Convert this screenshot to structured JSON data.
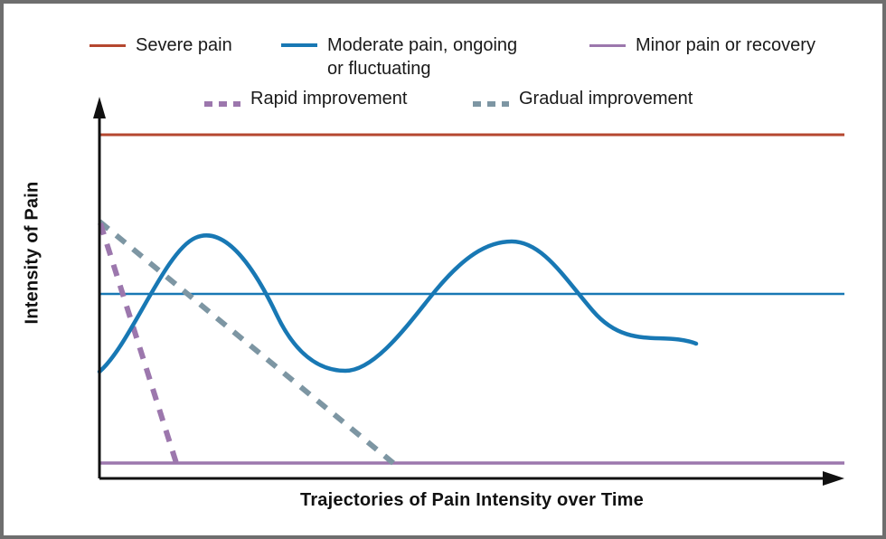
{
  "chart_data": {
    "type": "line",
    "title": "",
    "xlabel": "Trajectories of Pain Intensity over Time",
    "ylabel": "Intensity of Pain",
    "grid": false,
    "legend_position": "top",
    "xlim": [
      0,
      100
    ],
    "ylim": [
      0,
      100
    ],
    "axis_ticks": "none",
    "note": "Schematic conceptual figure: axes are unlabeled/unscaled; values below are normalized 0-100 where x=0 is the y-axis and y=0 is the x-axis baseline.",
    "series": [
      {
        "name": "Severe pain",
        "style": "solid",
        "color": "#b5472f",
        "width": 3,
        "shape": "horizontal constant line near top of plot",
        "x": [
          0,
          100
        ],
        "values": [
          91,
          91
        ]
      },
      {
        "name": "Moderate pain, ongoing or fluctuating",
        "style": "solid",
        "color": "#1878b4",
        "width": 4,
        "shape": "oscillating wave crossing a constant mid-level line",
        "x": [
          0,
          8,
          26,
          45,
          66,
          85,
          100,
          110
        ],
        "values": [
          28,
          47,
          62,
          28,
          44,
          61,
          38,
          33
        ],
        "reference_line": {
          "name": "Moderate pain baseline",
          "style": "solid",
          "color": "#1878b4",
          "width": 2,
          "x": [
            0,
            100
          ],
          "values": [
            47,
            47
          ]
        }
      },
      {
        "name": "Minor pain or recovery",
        "style": "solid",
        "color": "#9c77ad",
        "width": 3,
        "shape": "horizontal constant line near bottom of plot",
        "x": [
          0,
          100
        ],
        "values": [
          4,
          4
        ]
      },
      {
        "name": "Rapid improvement",
        "style": "dashed",
        "color": "#9c77ad",
        "width": 5,
        "shape": "steep descending line from upper-left to the minor-pain baseline",
        "x": [
          0,
          10
        ],
        "values": [
          65,
          4
        ]
      },
      {
        "name": "Gradual improvement",
        "style": "dashed",
        "color": "#7d96a3",
        "width": 5,
        "shape": "gently descending line from upper-left to the minor-pain baseline",
        "x": [
          0,
          39
        ],
        "values": [
          66,
          4
        ]
      }
    ],
    "legend": [
      {
        "label": "Severe pain",
        "style": "solid",
        "color": "#b5472f"
      },
      {
        "label": "Moderate pain, ongoing\nor fluctuating",
        "style": "solid",
        "color": "#1878b4"
      },
      {
        "label": "Minor pain or recovery",
        "style": "solid",
        "color": "#9c77ad"
      },
      {
        "label": "Rapid improvement",
        "style": "dashed",
        "color": "#9c77ad"
      },
      {
        "label": "Gradual improvement",
        "style": "dashed",
        "color": "#7d96a3"
      }
    ]
  },
  "legend": {
    "severe": "Severe pain",
    "moderate": "Moderate pain, ongoing\nor fluctuating",
    "minor": "Minor pain or recovery",
    "rapid": "Rapid improvement",
    "gradual": "Gradual improvement"
  },
  "axes": {
    "y_title": "Intensity of Pain",
    "x_title": "Trajectories of Pain Intensity over Time"
  },
  "colors": {
    "severe_red": "#b5472f",
    "moderate_blue": "#1878b4",
    "minor_purple": "#9c77ad",
    "gradual_slate": "#7d96a3",
    "axis_black": "#111111",
    "frame_gray": "#6e6e6e",
    "background": "#ffffff"
  }
}
